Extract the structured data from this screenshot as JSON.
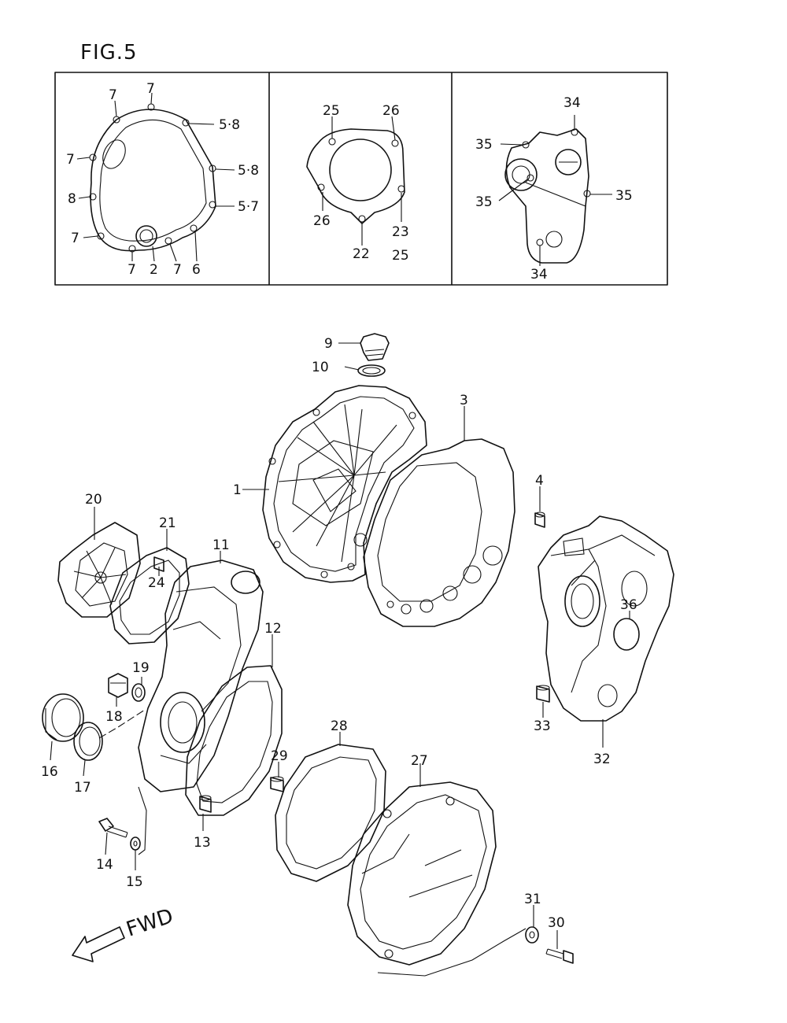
{
  "figure": {
    "title": "FIG.5",
    "fwd_label": "FWD"
  },
  "inset_callouts": [
    {
      "id": "i1",
      "text": "7"
    },
    {
      "id": "i2",
      "text": "7"
    },
    {
      "id": "i3",
      "text": "5·8"
    },
    {
      "id": "i4",
      "text": "7"
    },
    {
      "id": "i5",
      "text": "5·8"
    },
    {
      "id": "i6",
      "text": "8"
    },
    {
      "id": "i7",
      "text": "5·7"
    },
    {
      "id": "i8",
      "text": "7"
    },
    {
      "id": "i9",
      "text": "7"
    },
    {
      "id": "i10",
      "text": "2"
    },
    {
      "id": "i11",
      "text": "7"
    },
    {
      "id": "i12",
      "text": "6"
    },
    {
      "id": "i13",
      "text": "25"
    },
    {
      "id": "i14",
      "text": "26"
    },
    {
      "id": "i15",
      "text": "26"
    },
    {
      "id": "i16",
      "text": "23"
    },
    {
      "id": "i17",
      "text": "22"
    },
    {
      "id": "i18",
      "text": "25"
    },
    {
      "id": "i19",
      "text": "34"
    },
    {
      "id": "i20",
      "text": "35"
    },
    {
      "id": "i21",
      "text": "35"
    },
    {
      "id": "i22",
      "text": "35"
    },
    {
      "id": "i23",
      "text": "34"
    }
  ],
  "callouts": [
    {
      "id": "c1",
      "text": "1"
    },
    {
      "id": "c3",
      "text": "3"
    },
    {
      "id": "c4",
      "text": "4"
    },
    {
      "id": "c9",
      "text": "9"
    },
    {
      "id": "c10",
      "text": "10"
    },
    {
      "id": "c11",
      "text": "11"
    },
    {
      "id": "c12",
      "text": "12"
    },
    {
      "id": "c13",
      "text": "13"
    },
    {
      "id": "c14",
      "text": "14"
    },
    {
      "id": "c15",
      "text": "15"
    },
    {
      "id": "c16",
      "text": "16"
    },
    {
      "id": "c17",
      "text": "17"
    },
    {
      "id": "c18",
      "text": "18"
    },
    {
      "id": "c19",
      "text": "19"
    },
    {
      "id": "c20",
      "text": "20"
    },
    {
      "id": "c21",
      "text": "21"
    },
    {
      "id": "c24",
      "text": "24"
    },
    {
      "id": "c27",
      "text": "27"
    },
    {
      "id": "c28",
      "text": "28"
    },
    {
      "id": "c29",
      "text": "29"
    },
    {
      "id": "c30",
      "text": "30"
    },
    {
      "id": "c31",
      "text": "31"
    },
    {
      "id": "c32",
      "text": "32"
    },
    {
      "id": "c33",
      "text": "33"
    },
    {
      "id": "c36",
      "text": "36"
    }
  ]
}
